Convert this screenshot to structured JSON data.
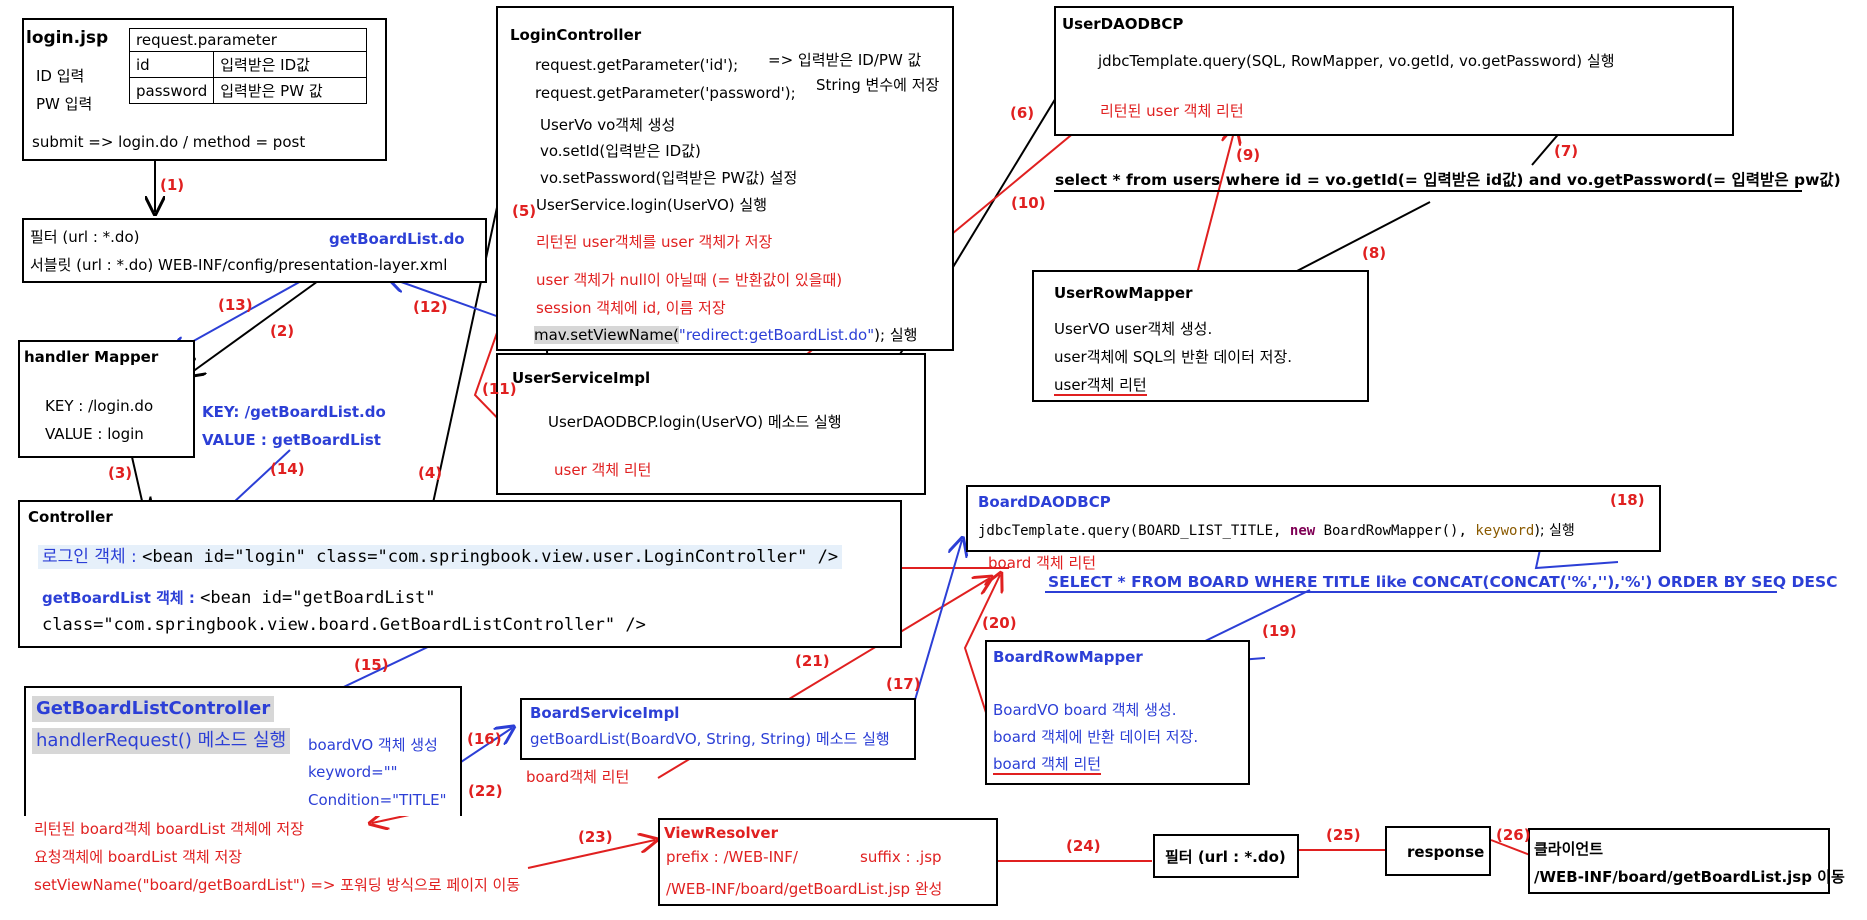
{
  "login_jsp": {
    "title": "login.jsp",
    "id_input": "ID 입력",
    "pw_input": "PW 입력",
    "table_header": "request.parameter",
    "rows": [
      {
        "name": "id",
        "value": "입력받은 ID값"
      },
      {
        "name": "password",
        "value": "입력받은 PW 값"
      }
    ],
    "submit": "submit => login.do / method = post"
  },
  "filter": {
    "line1": "필터 (url : *.do)",
    "line2": "서블릿 (url : *.do) WEB-INF/config/presentation-layer.xml",
    "getboardlist": "getBoardList.do"
  },
  "handler_mapper": {
    "title": "handler Mapper",
    "key": "KEY : /login.do",
    "value": "VALUE : login",
    "blue_key": "KEY: /getBoardList.do",
    "blue_value": "VALUE : getBoardList"
  },
  "controller": {
    "title": "Controller",
    "login_prefix": "로그인 객체 : ",
    "login_bean": "<bean id=\"login\" class=\"com.springbook.view.user.LoginController\" />",
    "gbl_prefix": "getBoardList 객체 : ",
    "gbl_bean_1": "<bean id=\"getBoardList\"",
    "gbl_bean_2": "class=\"com.springbook.view.board.GetBoardListController\" />"
  },
  "login_controller": {
    "title": "LoginController",
    "lines": [
      "request.getParameter('id');",
      "request.getParameter('password');",
      "UserVo vo객체 생성",
      "vo.setId(입력받은 ID값)",
      "vo.setPassword(입력받은 PW값) 설정",
      "UserService.login(UserVO) 실행"
    ],
    "note1": "=> 입력받은 ID/PW 값",
    "note2": "String 변수에 저장",
    "red_lines": [
      "리턴된 user객체를 user 객체가 저장",
      "user 객체가 null이 아닐때 (= 반환값이 있을때)",
      "session 객체에 id, 이름 저장"
    ],
    "mav_pre": "mav.setViewName(",
    "mav_str": "\"redirect:getBoardList.do\"",
    "mav_post": "); 실행"
  },
  "user_service_impl": {
    "title": "UserServiceImpl",
    "line": "UserDAODBCP.login(UserVO) 메소드 실행",
    "return": "user 객체 리턴"
  },
  "user_daodbcp": {
    "title": "UserDAODBCP",
    "line": "jdbcTemplate.query(SQL, RowMapper, vo.getId, vo.getPassword) 실행",
    "return": "리턴된 user 객체 리턴"
  },
  "sql_user": "select * from users where id = vo.getId(= 입력받은 id값) and vo.getPassword(= 입력받은 pw값)",
  "user_row_mapper": {
    "title": "UserRowMapper",
    "lines": [
      "UserVO user객체 생성.",
      "user객체에 SQL의 반환 데이터 저장.",
      "user객체 리턴"
    ]
  },
  "board_daodbcp": {
    "title": "BoardDAODBCP",
    "q_pre": "jdbcTemplate.",
    "q_method": "query",
    "q_arg1": "(BOARD_LIST_TITLE, ",
    "q_new": "new",
    "q_arg2": " BoardRowMapper(), ",
    "q_kw": "keyword",
    "q_end": "); 실행",
    "return": "board 객체 리턴"
  },
  "sql_board": "SELECT * FROM BOARD WHERE TITLE like CONCAT(CONCAT('%',''),'%') ORDER BY SEQ DESC",
  "board_row_mapper": {
    "title": "BoardRowMapper",
    "lines": [
      "BoardVO board 객체 생성.",
      "board 객체에 반환 데이터 저장.",
      "board 객체 리턴"
    ]
  },
  "get_board_list_controller": {
    "title": "GetBoardListController",
    "method": "handlerRequest() 메소드 실행",
    "blue_lines": [
      "boardVO 객체 생성",
      "keyword=\"\"",
      "Condition=\"TITLE\""
    ],
    "red_lines": [
      "리턴된 board객체 boardList 객체에 저장",
      "요청객체에 boardList 객체 저장",
      "setViewName(\"board/getBoardList\") => 포워딩 방식으로 페이지 이동"
    ]
  },
  "board_service_impl": {
    "title": "BoardServiceImpl",
    "line": "getBoardList(BoardVO, String, String) 메소드 실행",
    "return": "board객체 리턴"
  },
  "view_resolver": {
    "title": "ViewResolver",
    "prefix": "prefix : /WEB-INF/",
    "suffix": "suffix : .jsp",
    "result": "/WEB-INF/board/getBoardList.jsp 완성"
  },
  "filter2": "필터 (url : *.do)",
  "response": "response",
  "client": {
    "title": "클라이언트",
    "path": "/WEB-INF/board/getBoardList.jsp 이동"
  },
  "steps": [
    "(1)",
    "(2)",
    "(3)",
    "(4)",
    "(5)",
    "(6)",
    "(7)",
    "(8)",
    "(9)",
    "(10)",
    "(11)",
    "(12)",
    "(13)",
    "(14)",
    "(15)",
    "(16)",
    "(17)",
    "(18)",
    "(19)",
    "(20)",
    "(21)",
    "(22)",
    "(23)",
    "(24)",
    "(25)",
    "(26)"
  ],
  "colors": {
    "red": "#e02020",
    "blue": "#2c3fd6",
    "black": "#000000",
    "bean_highlight": "#e6f0fa"
  }
}
